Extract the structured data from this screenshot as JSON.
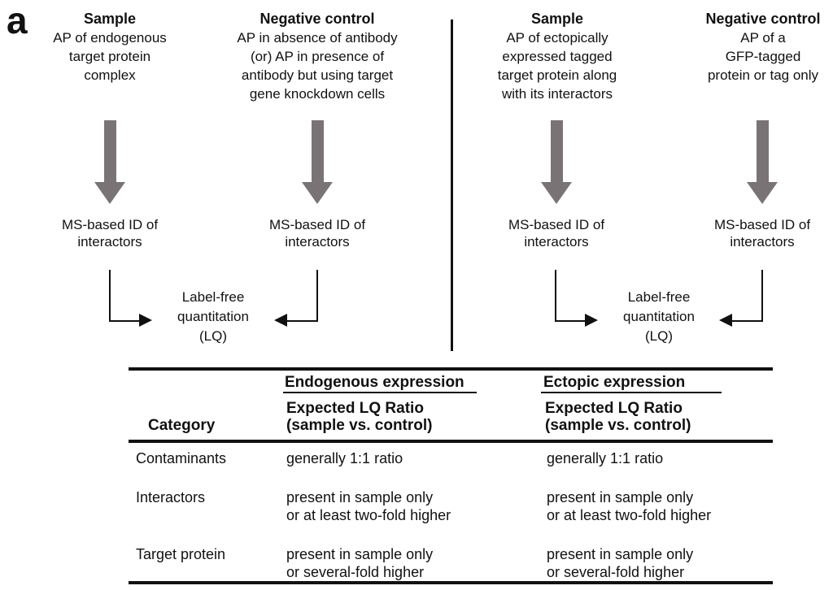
{
  "panel_label": "a",
  "colors": {
    "block_arrow_gray": "#7a7375",
    "line_black": "#111111",
    "background": "#ffffff"
  },
  "workflow": {
    "columns": [
      {
        "title": "Sample",
        "lines": [
          "AP of endogenous",
          "target protein",
          "complex"
        ]
      },
      {
        "title": "Negative control",
        "lines": [
          "AP in absence of antibody",
          "(or) AP in presence of",
          "antibody but using target",
          "gene knockdown cells"
        ]
      },
      {
        "title": "Sample",
        "lines": [
          "AP of ectopically",
          "expressed tagged",
          "target protein along",
          "with its interactors"
        ]
      },
      {
        "title": "Negative control",
        "lines": [
          "AP of a",
          "GFP-tagged",
          "protein or tag only"
        ]
      }
    ],
    "ms_id_label": {
      "line1": "MS-based ID of",
      "line2": "interactors"
    },
    "lq_label": {
      "line1": "Label-free",
      "line2": "quantitation",
      "line3": "(LQ)"
    }
  },
  "table": {
    "group_headers": [
      "Endogenous expression",
      "Ectopic expression"
    ],
    "category_header": "Category",
    "lq_ratio_header": {
      "line1": "Expected LQ Ratio",
      "line2": "(sample vs. control)"
    },
    "rows": [
      {
        "category": "Contaminants",
        "endogenous": {
          "line1": "generally 1:1 ratio"
        },
        "ectopic": {
          "line1": "generally 1:1 ratio"
        }
      },
      {
        "category": "Interactors",
        "endogenous": {
          "line1": "present in sample only",
          "line2": "or at least two-fold higher"
        },
        "ectopic": {
          "line1": "present in sample only",
          "line2": "or at least two-fold higher"
        }
      },
      {
        "category": "Target protein",
        "endogenous": {
          "line1": "present in sample only",
          "line2": "or several-fold higher"
        },
        "ectopic": {
          "line1": "present in sample only",
          "line2": "or several-fold higher"
        }
      }
    ]
  }
}
